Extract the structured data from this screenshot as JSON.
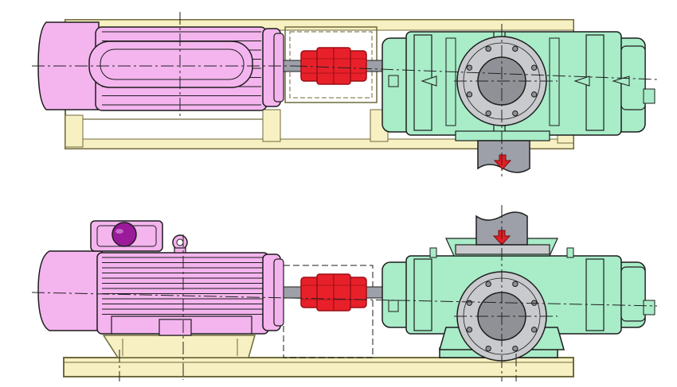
{
  "colors": {
    "motor": "#f4b4ee",
    "motor_dark": "#d98ed8",
    "pump": "#a8ecc8",
    "pump_dark": "#6fcf9f",
    "coupling": "#e8202a",
    "coupling_dark": "#9a0f16",
    "frame": "#f7f0c2",
    "frame_line": "#6f6a3c",
    "shaft": "#9da0a8",
    "flange": "#c9cacd",
    "bore": "#8f9196",
    "junction_box": "#9a1a9a",
    "arrow": "#e21f26",
    "outline": "#1d1d1d",
    "centerline": "#222222"
  },
  "views": [
    {
      "name": "top-view",
      "flow_direction": "down",
      "outlet": "bottom"
    },
    {
      "name": "side-view",
      "flow_direction": "down",
      "outlet": "top"
    }
  ],
  "icons": [
    "down-arrow-icon",
    "lifting-eye-icon",
    "junction-box-icon"
  ]
}
